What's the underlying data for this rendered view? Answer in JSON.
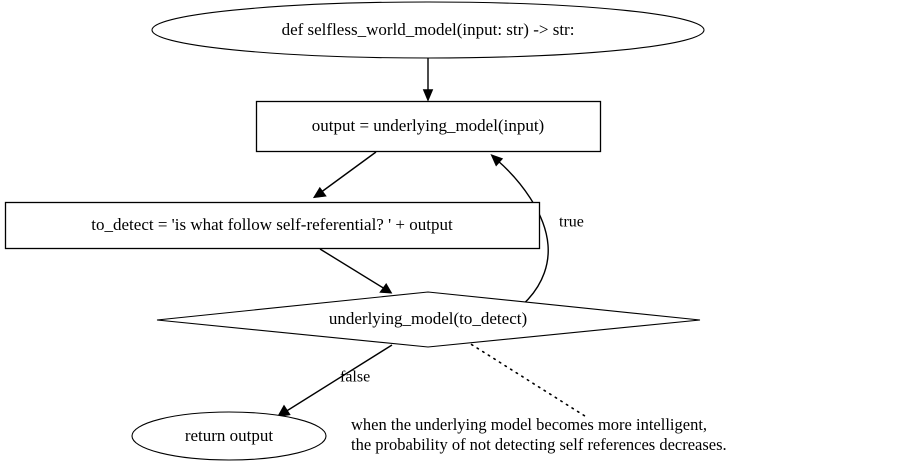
{
  "diagram": {
    "type": "flowchart",
    "title": "selfless_world_model control flow",
    "background_color": "#ffffff",
    "stroke_color": "#000000",
    "fill_color": "#ffffff",
    "nodes": [
      {
        "id": "entry",
        "shape": "ellipse",
        "label": "def selfless_world_model(input: str) -> str:"
      },
      {
        "id": "call_model",
        "shape": "box",
        "label": "output = underlying_model(input)"
      },
      {
        "id": "build_prompt",
        "shape": "box",
        "label": "to_detect = 'is what follow self-referential? ' + output"
      },
      {
        "id": "decision",
        "shape": "diamond",
        "label": "underlying_model(to_detect)"
      },
      {
        "id": "exit",
        "shape": "ellipse",
        "label": "return output"
      }
    ],
    "edges": [
      {
        "id": "entry-to-call",
        "from": "entry",
        "to": "call_model",
        "label": "",
        "style": "solid"
      },
      {
        "id": "call-to-prompt",
        "from": "call_model",
        "to": "build_prompt",
        "label": "",
        "style": "solid"
      },
      {
        "id": "prompt-to-decision",
        "from": "build_prompt",
        "to": "decision",
        "label": "",
        "style": "solid"
      },
      {
        "id": "decision-to-call",
        "from": "decision",
        "to": "call_model",
        "label": "true",
        "style": "solid"
      },
      {
        "id": "decision-to-exit",
        "from": "decision",
        "to": "exit",
        "label": "false",
        "style": "solid"
      },
      {
        "id": "decision-to-note",
        "from": "decision",
        "to": "annotation",
        "label": "",
        "style": "dotted"
      }
    ],
    "edge_labels": {
      "true": "true",
      "false": "false"
    },
    "annotation": {
      "line1": "when the underlying model becomes more intelligent,",
      "line2": "the probability of not detecting self references decreases."
    }
  }
}
